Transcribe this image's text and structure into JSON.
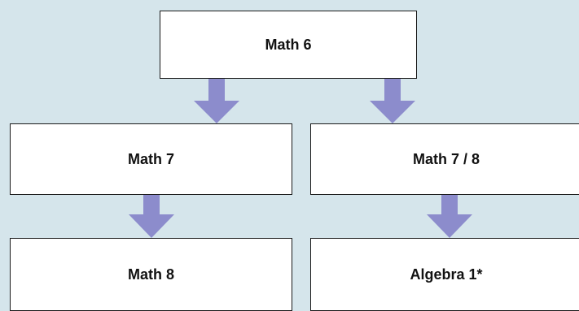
{
  "diagram": {
    "nodes": [
      {
        "id": "math-6",
        "label": "Math 6"
      },
      {
        "id": "math-7",
        "label": "Math 7"
      },
      {
        "id": "math-7-8",
        "label": "Math 7 / 8"
      },
      {
        "id": "math-8",
        "label": "Math 8"
      },
      {
        "id": "algebra-1",
        "label": "Algebra 1*"
      }
    ],
    "edges": [
      {
        "from": "math-6",
        "to": "math-7"
      },
      {
        "from": "math-6",
        "to": "math-7-8"
      },
      {
        "from": "math-7",
        "to": "math-8"
      },
      {
        "from": "math-7-8",
        "to": "algebra-1"
      }
    ]
  },
  "colors": {
    "background": "#d5e5eb",
    "node_fill": "#ffffff",
    "node_border": "#1a1a1a",
    "arrow": "#8c8ccc"
  }
}
